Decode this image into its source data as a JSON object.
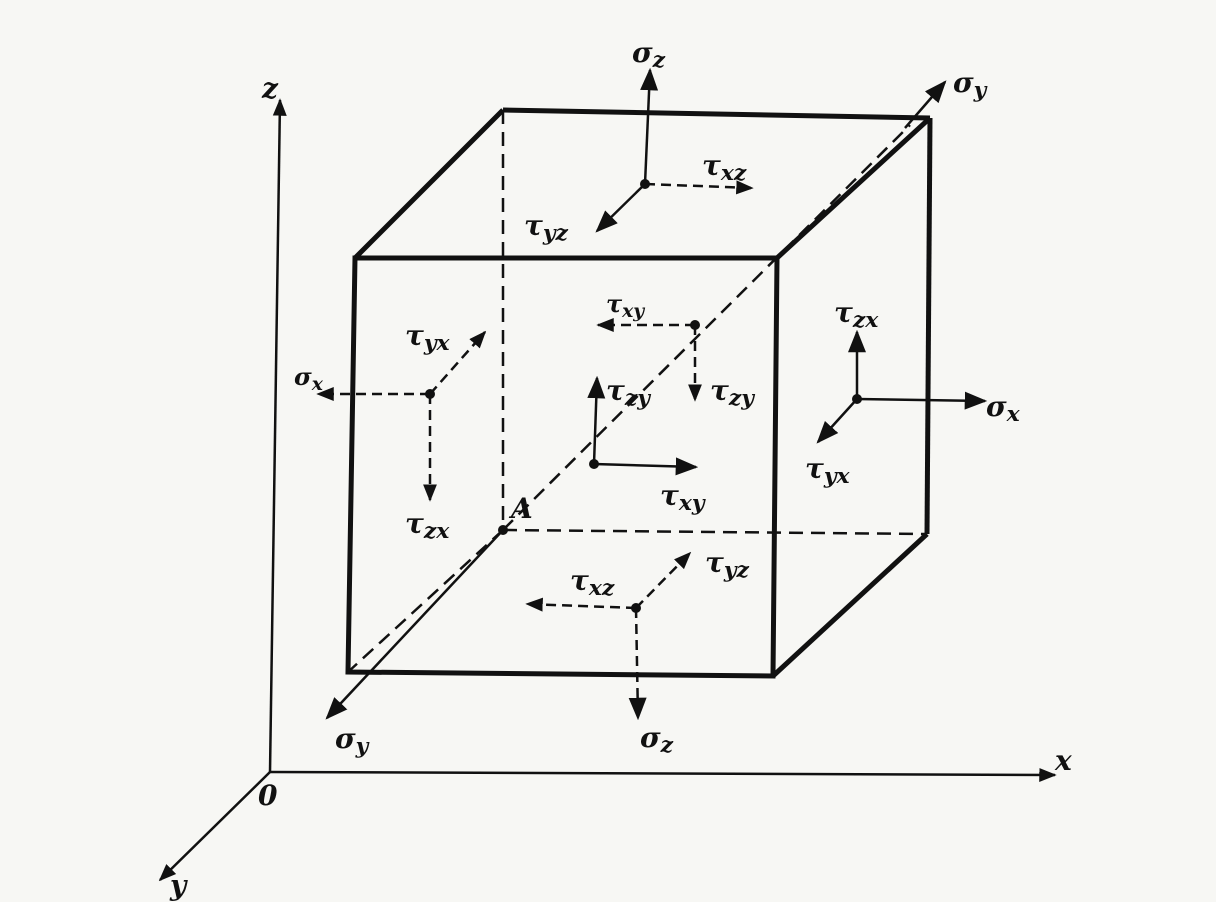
{
  "axes": {
    "x": "x",
    "y": "y",
    "z": "z",
    "origin": "0"
  },
  "point_label": "A",
  "stress": {
    "top_sigma_z": "σz",
    "top_tau_xz": "τxz",
    "top_tau_yz": "τyz",
    "far_sigma_y": "σy",
    "back_tau_xy": "τxy",
    "back_tau_zy": "τzy",
    "left_sigma_x": "σx",
    "left_tau_yx": "τyx",
    "left_tau_zx": "τzx",
    "front_tau_zy": "τzy",
    "front_tau_xy": "τxy",
    "right_tau_zx": "τzx",
    "right_sigma_x": "σx",
    "right_tau_yx": "τyx",
    "bottom_tau_xz": "τxz",
    "bottom_tau_yz": "τyz",
    "bottom_sigma_z": "σz",
    "near_sigma_y": "σy"
  }
}
